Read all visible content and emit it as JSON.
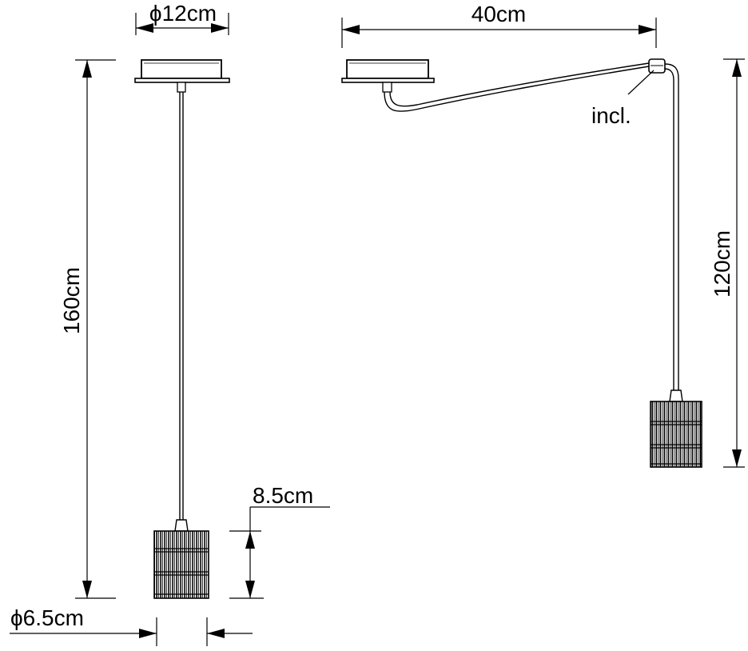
{
  "dimensions": {
    "canopy_diameter": "ϕ12cm",
    "total_height": "160cm",
    "shade_height": "8.5cm",
    "shade_diameter": "ϕ6.5cm",
    "arm_length": "40cm",
    "hook_height": "120cm",
    "hook_note": "incl."
  },
  "colors": {
    "line": "#000000",
    "background": "#ffffff"
  }
}
